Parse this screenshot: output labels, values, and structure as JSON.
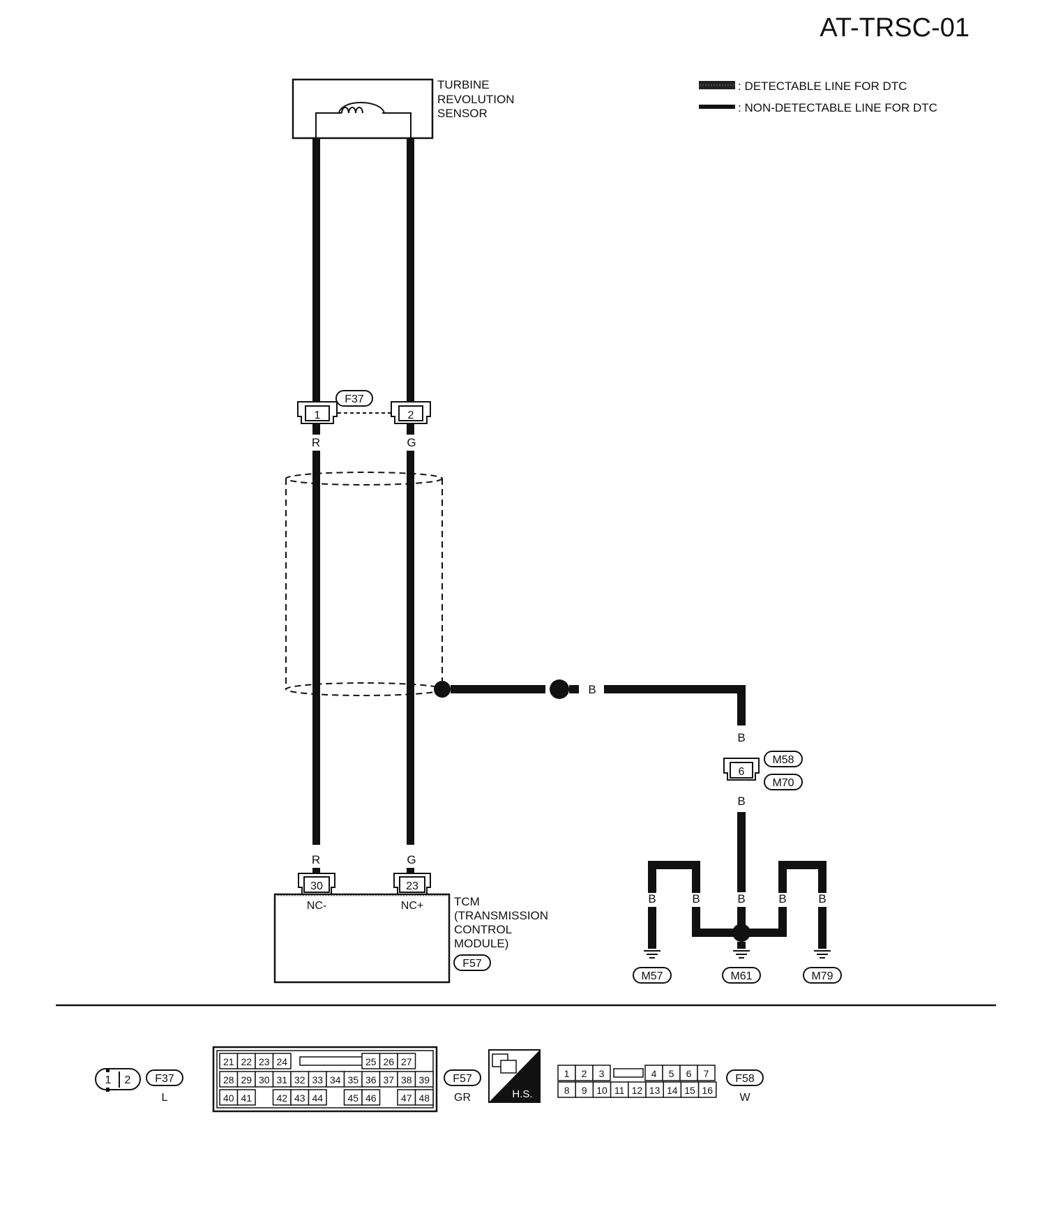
{
  "diagram_id": "AT-TRSC-01",
  "legend": {
    "detectable": ": DETECTABLE LINE FOR DTC",
    "non_detectable": ": NON-DETECTABLE LINE FOR DTC"
  },
  "sensor": {
    "line1": "TURBINE",
    "line2": "REVOLUTION",
    "line3": "SENSOR"
  },
  "connector_f37": {
    "id": "F37",
    "pin1": "1",
    "pin2": "2",
    "color_letter": "L"
  },
  "wires": {
    "red": "R",
    "green": "G",
    "black": "B"
  },
  "joint": {
    "pin": "6",
    "id_a": "M58",
    "id_b": "M70"
  },
  "tcm": {
    "line1": "TCM",
    "line2": "(TRANSMISSION",
    "line3": "CONTROL",
    "line4": "MODULE)",
    "connector": "F57",
    "pin_a": "30",
    "pin_b": "23",
    "pin_a_name": "NC-",
    "pin_b_name": "NC+"
  },
  "grounds": [
    "M57",
    "M61",
    "M79"
  ],
  "connector_views": {
    "f37": {
      "id": "F37",
      "color": "L",
      "pins": [
        "1",
        "2"
      ]
    },
    "f57": {
      "id": "F57",
      "color": "GR",
      "row1": [
        "21",
        "22",
        "23",
        "24",
        "25",
        "26",
        "27"
      ],
      "row2": [
        "28",
        "29",
        "30",
        "31",
        "32",
        "33",
        "34",
        "35",
        "36",
        "37",
        "38",
        "39"
      ],
      "row3": [
        "40",
        "41",
        "42",
        "43",
        "44",
        "45",
        "46",
        "47",
        "48"
      ]
    },
    "hs": "H.S.",
    "f58": {
      "id": "F58",
      "color": "W",
      "row1": [
        "1",
        "2",
        "3",
        "4",
        "5",
        "6",
        "7"
      ],
      "row2": [
        "8",
        "9",
        "10",
        "11",
        "12",
        "13",
        "14",
        "15",
        "16"
      ]
    }
  }
}
